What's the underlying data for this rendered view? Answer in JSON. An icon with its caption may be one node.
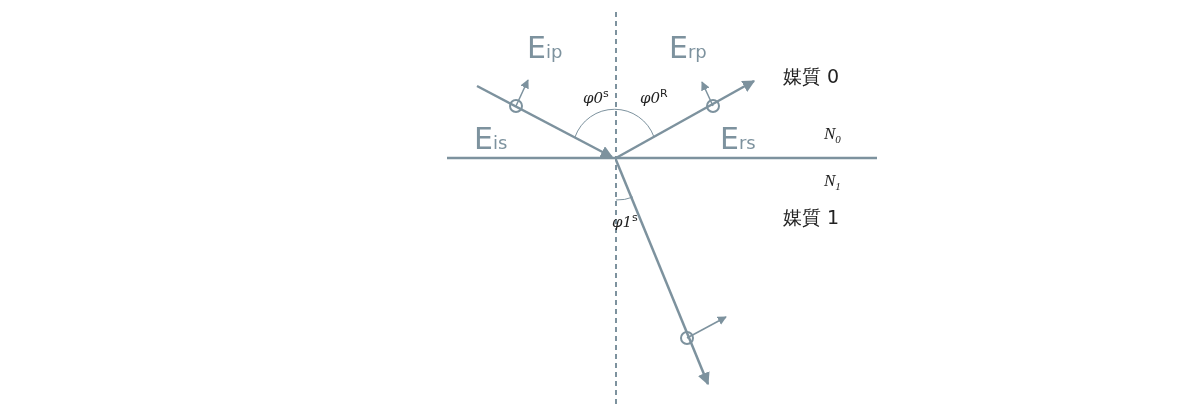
{
  "diagram": {
    "labels": [
      "E$_{ip}$",
      "E$_{rp}$",
      "媒質 0",
      "φ0$^{s}$",
      "φ0$^{R}$",
      "E$_{is}$",
      "E$_{rs}$",
      "N$_{0}$",
      "N$_{1}$",
      "φ1$^{s}$",
      "媒質 1"
    ]
  }
}
